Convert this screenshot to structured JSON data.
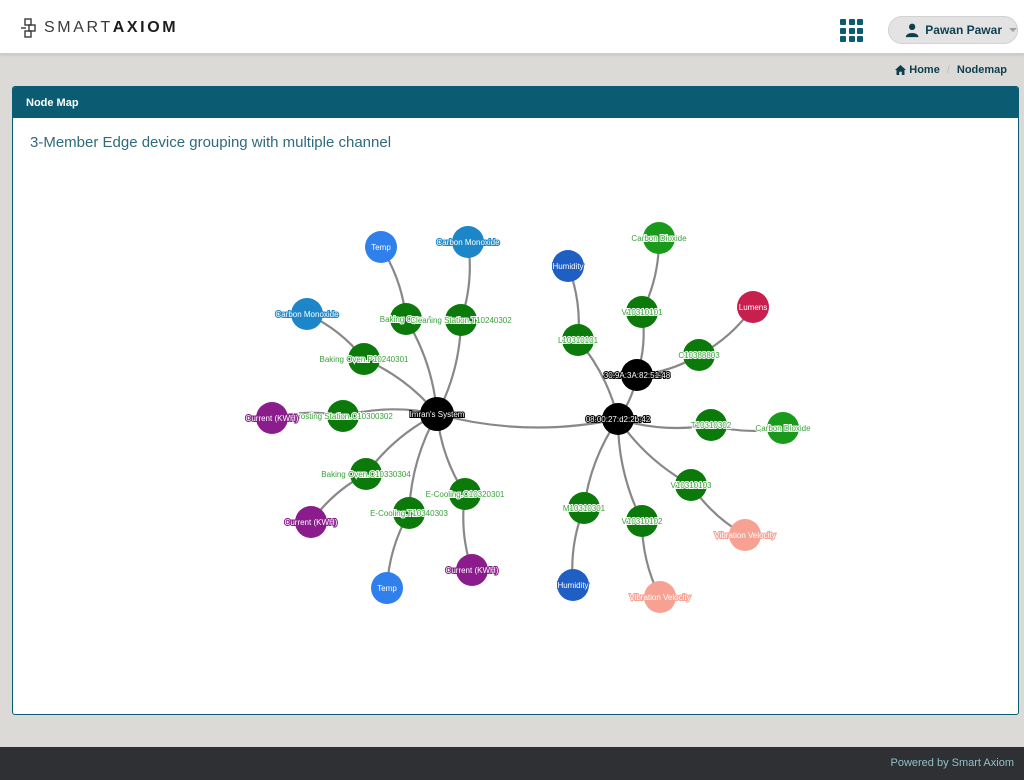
{
  "app": {
    "logo_light": "SMART",
    "logo_bold": "AXIOM",
    "user_name": "Pawan Pawar"
  },
  "breadcrumb": {
    "home": "Home",
    "current": "Nodemap"
  },
  "panel": {
    "header": "Node Map",
    "title": "3-Member Edge device grouping with multiple channel"
  },
  "footer": {
    "text": "Powered by Smart Axiom"
  },
  "colors": {
    "brand": "#0b5c73",
    "hub": "#000000",
    "device": "#0b7a0b",
    "carbon_dioxide": "#1a9a1a",
    "temp": "#2f80ed",
    "carbon_monoxide": "#1c86c8",
    "humidity": "#1f5fc4",
    "current": "#8a1c8c",
    "lumens": "#c8204e",
    "vibration": "#f7a193",
    "edge": "#888888"
  },
  "graph": {
    "nodes": [
      {
        "id": "imran",
        "label": "Imran's System",
        "kind": "hub"
      },
      {
        "id": "gw1",
        "label": "08:00:27:d2:2b:42",
        "kind": "hub"
      },
      {
        "id": "gw2",
        "label": "30:9A:3A:82:51:48",
        "kind": "hub"
      },
      {
        "id": "bo1",
        "label": "Baking Oven.1",
        "kind": "device"
      },
      {
        "id": "cs1",
        "label": "Cleaning Station.T10240302",
        "kind": "device"
      },
      {
        "id": "bop",
        "label": "Baking Oven.P10240301",
        "kind": "device"
      },
      {
        "id": "fst",
        "label": "Frosting Station.C10300302",
        "kind": "device"
      },
      {
        "id": "boc",
        "label": "Baking Oven.C10330304",
        "kind": "device"
      },
      {
        "id": "ecc",
        "label": "E-Cooling.C10320301",
        "kind": "device"
      },
      {
        "id": "ect",
        "label": "E-Cooling.T10340303",
        "kind": "device"
      },
      {
        "id": "temp1",
        "label": "Temp",
        "kind": "temp"
      },
      {
        "id": "co1",
        "label": "Carbon Monoxide",
        "kind": "carbon_monoxide"
      },
      {
        "id": "co2",
        "label": "Carbon Monoxide",
        "kind": "carbon_monoxide"
      },
      {
        "id": "cur1",
        "label": "Current (KWH)",
        "kind": "current"
      },
      {
        "id": "cur2",
        "label": "Current (KWH)",
        "kind": "current"
      },
      {
        "id": "cur3",
        "label": "Current (KWH)",
        "kind": "current"
      },
      {
        "id": "temp2",
        "label": "Temp",
        "kind": "temp"
      },
      {
        "id": "v101",
        "label": "V10310101",
        "kind": "device"
      },
      {
        "id": "l101",
        "label": "L10310101",
        "kind": "device"
      },
      {
        "id": "c803",
        "label": "C10388803",
        "kind": "device"
      },
      {
        "id": "t302",
        "label": "T10310302",
        "kind": "device"
      },
      {
        "id": "v103",
        "label": "V10310103",
        "kind": "device"
      },
      {
        "id": "m301",
        "label": "M10310301",
        "kind": "device"
      },
      {
        "id": "v102",
        "label": "V10310102",
        "kind": "device"
      },
      {
        "id": "cdx1",
        "label": "Carbon Dioxide",
        "kind": "carbon_dioxide"
      },
      {
        "id": "hum1",
        "label": "Humidity",
        "kind": "humidity"
      },
      {
        "id": "lum",
        "label": "Lumens",
        "kind": "lumens"
      },
      {
        "id": "cdx2",
        "label": "Carbon Dioxide",
        "kind": "carbon_dioxide"
      },
      {
        "id": "vib1",
        "label": "Vibration Velocity",
        "kind": "vibration"
      },
      {
        "id": "hum2",
        "label": "Humidity",
        "kind": "humidity"
      },
      {
        "id": "vib2",
        "label": "Vibration Velocity",
        "kind": "vibration"
      }
    ],
    "edges": [
      [
        "imran",
        "gw1"
      ],
      [
        "gw1",
        "gw2"
      ],
      [
        "imran",
        "bo1"
      ],
      [
        "imran",
        "cs1"
      ],
      [
        "imran",
        "bop"
      ],
      [
        "imran",
        "fst"
      ],
      [
        "imran",
        "boc"
      ],
      [
        "imran",
        "ecc"
      ],
      [
        "imran",
        "ect"
      ],
      [
        "bo1",
        "temp1"
      ],
      [
        "cs1",
        "co1"
      ],
      [
        "bop",
        "co2"
      ],
      [
        "fst",
        "cur1"
      ],
      [
        "boc",
        "cur2"
      ],
      [
        "ecc",
        "cur3"
      ],
      [
        "ect",
        "temp2"
      ],
      [
        "gw2",
        "v101"
      ],
      [
        "gw2",
        "c803"
      ],
      [
        "gw1",
        "l101"
      ],
      [
        "gw1",
        "t302"
      ],
      [
        "gw1",
        "v103"
      ],
      [
        "gw1",
        "m301"
      ],
      [
        "gw1",
        "v102"
      ],
      [
        "v101",
        "cdx1"
      ],
      [
        "l101",
        "hum1"
      ],
      [
        "c803",
        "lum"
      ],
      [
        "t302",
        "cdx2"
      ],
      [
        "v103",
        "vib1"
      ],
      [
        "m301",
        "hum2"
      ],
      [
        "v102",
        "vib2"
      ]
    ]
  }
}
